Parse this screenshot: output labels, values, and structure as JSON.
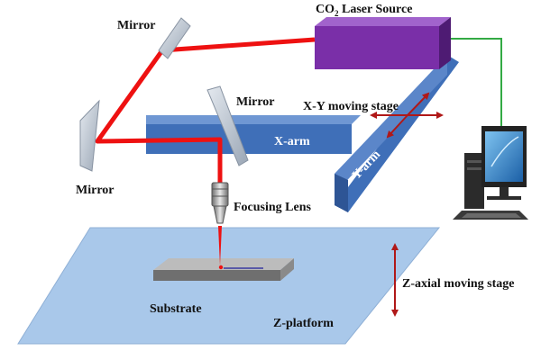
{
  "labels": {
    "laser_source_prefix": "CO",
    "laser_source_subscript": "2",
    "laser_source_suffix": " Laser Source",
    "mirror_top": "Mirror",
    "mirror_left": "Mirror",
    "mirror_center": "Mirror",
    "xy_stage": "X-Y moving stage",
    "x_arm": "X-arm",
    "y_arm": "Y-arm",
    "focusing_lens": "Focusing Lens",
    "z_stage": "Z-axial moving stage",
    "substrate": "Substrate",
    "z_platform": "Z-platform"
  },
  "colors": {
    "laser_beam": "#ee1111",
    "laser_source": "#7a2fa8",
    "arm": "#3f6fb8",
    "platform": "#a9c8ea",
    "mirror": "#c2cbd6",
    "substrate": "#8a8a8a",
    "arrow": "#b01818",
    "cable": "#33aa44"
  },
  "icons": {
    "computer": "desktop-computer-icon"
  }
}
